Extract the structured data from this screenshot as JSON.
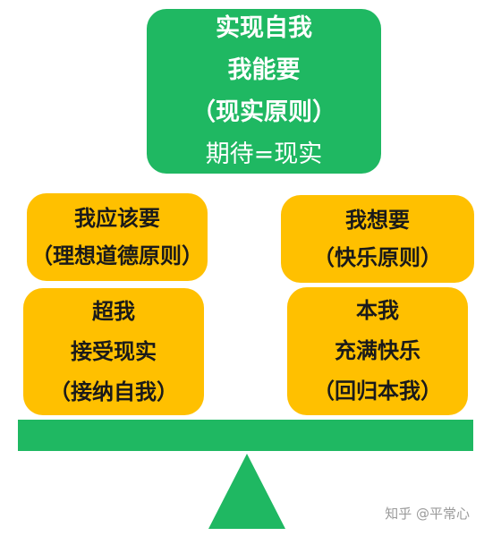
{
  "ego": {
    "line1": "实现自我",
    "line2": "我能要",
    "line3": "（现实原则）",
    "line4": "期待=现实"
  },
  "superego_want": {
    "line1": "我应该要",
    "line2": "（理想道德原则）"
  },
  "id_want": {
    "line1": "我想要",
    "line2": "（快乐原则）"
  },
  "superego": {
    "line1": "超我",
    "line2": "接受现实",
    "line3": "（接纳自我）"
  },
  "id": {
    "line1": "本我",
    "line2": "充满快乐",
    "line3": "（回归本我）"
  },
  "watermark": "知乎 @平常心",
  "colors": {
    "green": "#1fb862",
    "yellow": "#ffc000"
  }
}
